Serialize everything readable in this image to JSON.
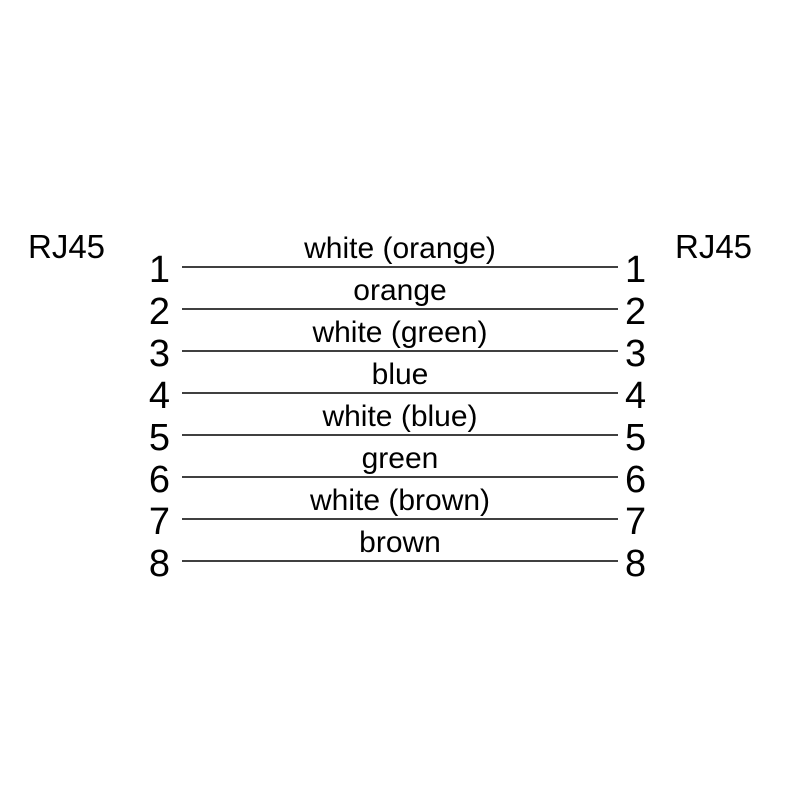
{
  "diagram": {
    "left_connector": "RJ45",
    "right_connector": "RJ45",
    "pins": [
      {
        "number": "1",
        "wire": "white (orange)"
      },
      {
        "number": "2",
        "wire": "orange"
      },
      {
        "number": "3",
        "wire": "white (green)"
      },
      {
        "number": "4",
        "wire": "blue"
      },
      {
        "number": "5",
        "wire": "white (blue)"
      },
      {
        "number": "6",
        "wire": "green"
      },
      {
        "number": "7",
        "wire": "white (brown)"
      },
      {
        "number": "8",
        "wire": "brown"
      }
    ],
    "colors": {
      "background": "#ffffff",
      "text": "#000000",
      "line": "#404040"
    }
  }
}
